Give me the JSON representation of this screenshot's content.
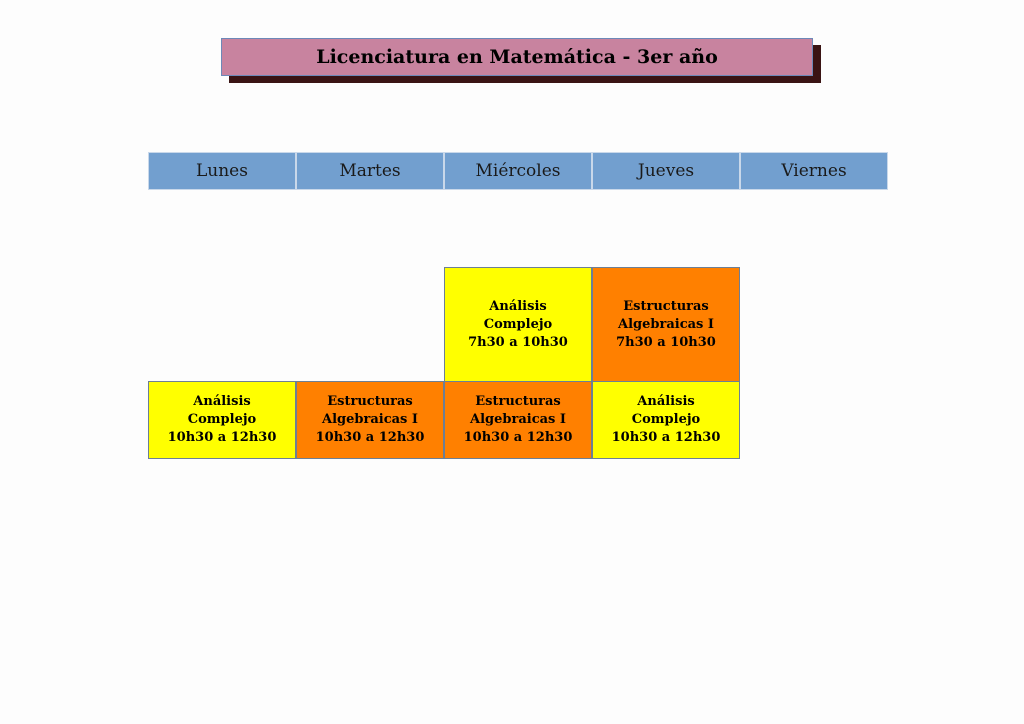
{
  "title": "Licenciatura en Matemática - 3er año",
  "days": [
    "Lunes",
    "Martes",
    "Miércoles",
    "Jueves",
    "Viernes"
  ],
  "colors": {
    "title_bg": "#c8839f",
    "title_shadow": "#3a1414",
    "header_bg": "#729fcf",
    "analisis": "#ffff00",
    "estructuras": "#ff8000"
  },
  "slots": {
    "slot1": {
      "miercoles": {
        "line1": "Análisis",
        "line2": "Complejo",
        "time": "7h30 a 10h30"
      },
      "jueves": {
        "line1": "Estructuras",
        "line2": "Algebraicas I",
        "time": "7h30 a 10h30"
      }
    },
    "slot2": {
      "lunes": {
        "line1": "Análisis",
        "line2": "Complejo",
        "time": "10h30 a 12h30"
      },
      "martes": {
        "line1": "Estructuras",
        "line2": "Algebraicas I",
        "time": "10h30 a 12h30"
      },
      "miercoles": {
        "line1": "Estructuras",
        "line2": "Algebraicas I",
        "time": "10h30 a 12h30"
      },
      "jueves": {
        "line1": "Análisis",
        "line2": "Complejo",
        "time": "10h30 a 12h30"
      }
    }
  }
}
